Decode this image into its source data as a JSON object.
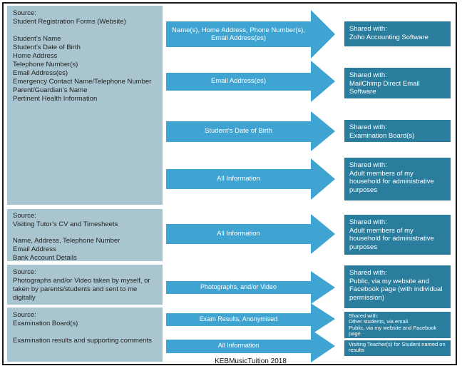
{
  "caption": "KEBMusicTuition 2018",
  "colors": {
    "source_box": "#a9c6d0",
    "arrow": "#3fa4d1",
    "shared_box": "#2b7d9e",
    "frame": "#1c1c1c",
    "source_text": "#222222",
    "arrow_text": "#ffffff",
    "shared_text": "#ffffff",
    "caption_text": "#111111"
  },
  "sources": [
    {
      "text": "Source:\nStudent Registration Forms (Website)\n\nStudent’s Name\nStudent’s Date of Birth\nHome Address\nTelephone Number(s)\nEmail Address(es)\nEmergency Contact Name/Telephone Number\nParent/Guardian’s Name\nPertinent Health Information"
    },
    {
      "text": "Source:\nVisiting Tutor’s CV and Timesheets\n\nName, Address, Telephone Number\nEmail Address\nBank Account Details"
    },
    {
      "text": "Source:\nPhotographs and/or Video taken by myself, or taken by parents/students and sent to me digitally"
    },
    {
      "text": "Source:\nExamination Board(s)\n\nExamination results and supporting comments"
    }
  ],
  "arrows": [
    {
      "label": "Name(s), Home Address, Phone Number(s), Email Address(es)"
    },
    {
      "label": "Email Address(es)"
    },
    {
      "label": "Student’s Date of Birth"
    },
    {
      "label": "All Information"
    },
    {
      "label": "All Information"
    },
    {
      "label": "Photographs, and/or Video"
    },
    {
      "label": "Exam Results, Anonymised"
    },
    {
      "label": "All Information"
    }
  ],
  "shared": [
    {
      "text": "Shared with:\nZoho Accounting Software"
    },
    {
      "text": "Shared with:\nMailChimp Direct Email Software"
    },
    {
      "text": "Shared with:\nExamination Board(s)"
    },
    {
      "text": "Shared with:\nAdult members of my household for administrative purposes"
    },
    {
      "text": "Shared with:\nAdult members of my household for administrative purposes"
    },
    {
      "text": "Shared with:\nPublic, via my website and Facebook page (with individual permission)"
    },
    {
      "text": "Shared with:\nOther students, via email.\nPublic, via my website and Facebook page."
    },
    {
      "text": "Visiting Teacher(s) for Student named on results"
    }
  ]
}
